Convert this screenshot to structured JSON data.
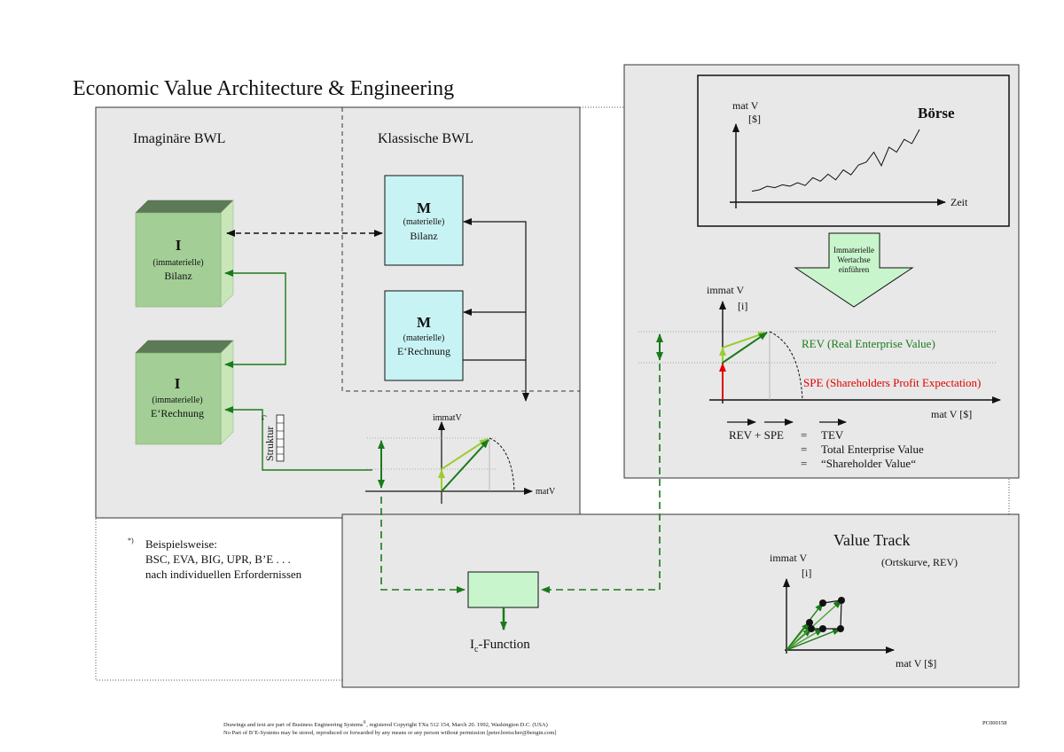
{
  "title": "Economic Value Architecture & Engineering",
  "left_panel": {
    "imaginary_heading": "Imaginäre BWL",
    "classic_heading": "Klassische BWL",
    "cube_top": {
      "letter": "I",
      "sub": "(immaterielle)",
      "name": "Bilanz"
    },
    "cube_bottom": {
      "letter": "I",
      "sub": "(immaterielle)",
      "name": "E‘Rechnung"
    },
    "box_top": {
      "letter": "M",
      "sub": "(materielle)",
      "name": "Bilanz"
    },
    "box_bottom": {
      "letter": "M",
      "sub": "(materielle)",
      "name": "E‘Rechnung"
    },
    "struktur_label": "Struktur",
    "struktur_sup": "*)",
    "mini_chart": {
      "ylabel": "immatV",
      "xlabel": "matV"
    }
  },
  "footnote": {
    "marker": "*)",
    "lines": [
      "Beispielsweise:",
      "BSC, EVA, BIG, UPR, B’E . . .",
      "nach individuellen Erfordernissen"
    ]
  },
  "boerse": {
    "ylabel_line1": "mat V",
    "ylabel_line2": "[$]",
    "title": "Börse",
    "xlabel": "Zeit",
    "series": [
      8,
      10,
      15,
      13,
      17,
      15,
      20,
      16,
      27,
      22,
      32,
      24,
      38,
      31,
      45,
      49,
      63,
      44,
      70,
      63,
      81,
      75,
      95
    ]
  },
  "arrow_label": [
    "Immaterielle",
    "Wertachse",
    "einführen"
  ],
  "rev_chart": {
    "ylabel_line1": "immat V",
    "ylabel_line2": "[i]",
    "rev_label": "REV (Real Enterprise Value)",
    "spe_label": "SPE  (Shareholders Profit Expectation)",
    "xlabel": "mat V [$]",
    "eq_left": "REV + SPE",
    "eq_rows": [
      {
        "op": "=",
        "text": "TEV"
      },
      {
        "op": "=",
        "text": "Total Enterprise Value"
      },
      {
        "op": "=",
        "text": "“Shareholder Value“"
      }
    ]
  },
  "value_track": {
    "title": "Value Track",
    "subtitle": "(Ortskurve, REV)",
    "ylabel_line1": "immat V",
    "ylabel_line2": "[i]",
    "xlabel": "mat V [$]",
    "function_main": "I",
    "function_sub": "c",
    "function_tail": "-Function"
  },
  "footer": {
    "line1_a": "Drawings and text are part of Business Engineering Systems",
    "line1_sup": "®",
    "line1_b": ", registered Copyright TXu 512 154, March 20. 1992, Washington D.C. (USA)",
    "line2": "No Part of B’E-Systems may be stored, reproduced or forwarded by any means or any person without permission [peter.bretscher@bengin.com]",
    "code": "PC000158"
  },
  "colors": {
    "panel": "#e8e8e8",
    "cube_front": "#a3cf96",
    "cube_top": "#5d7a57",
    "cube_side": "#c9e6b9",
    "mbox": "#c8f3f5",
    "dark_green": "#1a7a1a",
    "light_green": "#9ccc2e",
    "red": "#e00000",
    "function_box": "#c9f5cd"
  }
}
